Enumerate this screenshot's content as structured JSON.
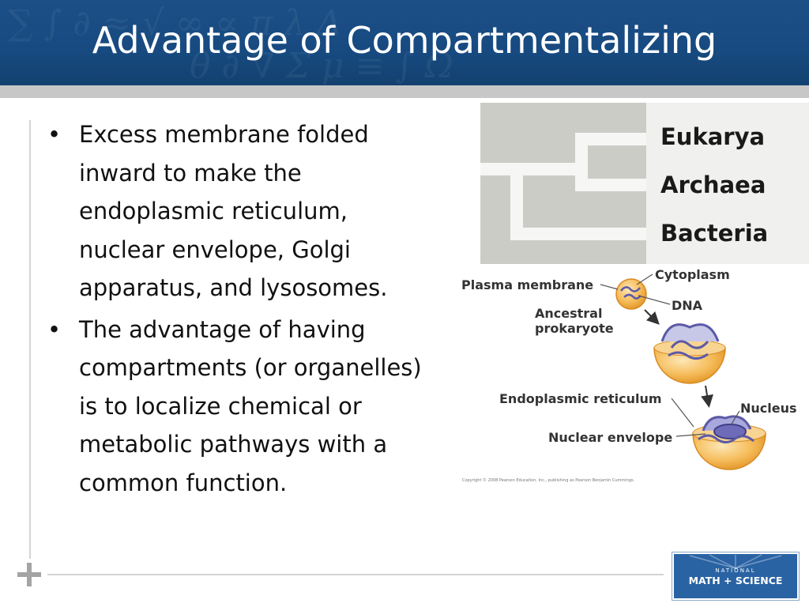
{
  "slide": {
    "title": "Advantage of Compartmentalizing",
    "bullets": [
      "Excess membrane folded inward to make the endoplasmic reticulum, nuclear envelope, Golgi apparatus, and lysosomes.",
      "The advantage of having compartments (or organelles) is to localize chemical  or metabolic pathways with a common function."
    ],
    "bullet_glyph": "•"
  },
  "figure": {
    "domains": [
      "Eukarya",
      "Archaea",
      "Bacteria"
    ],
    "labels": {
      "plasma_membrane": "Plasma membrane",
      "cytoplasm": "Cytoplasm",
      "dna": "DNA",
      "ancestral_prokaryote": [
        "Ancestral",
        "prokaryote"
      ],
      "endoplasmic_reticulum": "Endoplasmic reticulum",
      "nucleus": "Nucleus",
      "nuclear_envelope": "Nuclear envelope"
    },
    "copyright": "Copyright © 2008 Pearson Education, Inc., publishing as Pearson Benjamin Cummings."
  },
  "logo": {
    "top_text": "NATIONAL",
    "main_text": "MATH + SCIENCE"
  },
  "colors": {
    "title_bar": "#174a80",
    "membrane_orange": "#f2a93a",
    "organelle_purple": "#5c5aa6"
  }
}
